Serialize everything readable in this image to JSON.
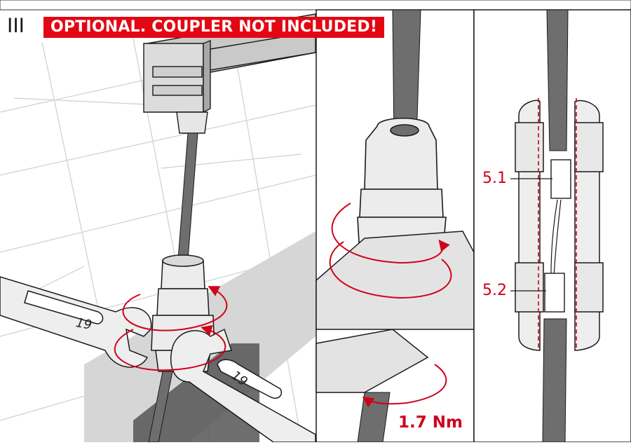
{
  "step_number": "III",
  "banner_text": "OPTIONAL. COUPLER NOT INCLUDED!",
  "wrench_size_left": "19",
  "wrench_size_right": "19",
  "torque_label": "1.7 Nm",
  "callout_1": "5.1",
  "callout_2": "5.2",
  "colors": {
    "accent": "#e30613",
    "callout": "#d0021b",
    "line": "#1a1a1a",
    "cable": "#6e6e6e",
    "shadow": "#bdbdbd"
  }
}
